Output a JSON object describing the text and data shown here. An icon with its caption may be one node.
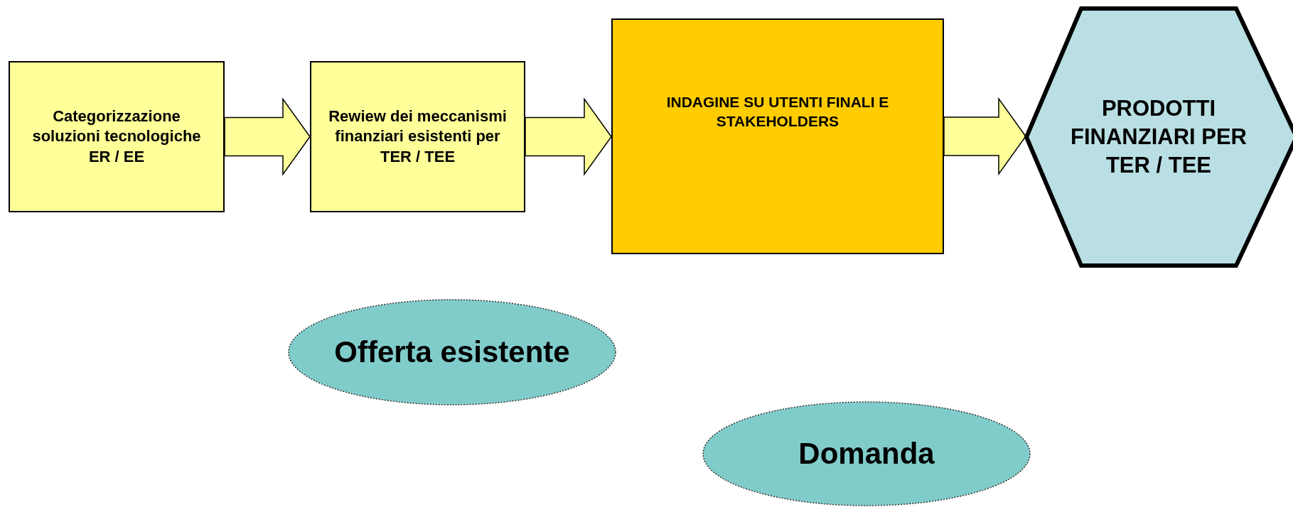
{
  "diagram": {
    "nodes": [
      {
        "text": [
          "Categorizzazione soluzioni tecnologiche ER / EE"
        ]
      },
      {
        "text": [
          "Rewiew dei meccanismi finanziari esistenti per TER / TEE"
        ]
      },
      {
        "text": [
          "INDAGINE SU UTENTI FINALI E STAKEHOLDERS"
        ]
      },
      {
        "text": [
          "PRODOTTI FINANZIARI PER TER / TEE"
        ]
      },
      {
        "text": [
          "Offerta esistente"
        ]
      },
      {
        "text": [
          "Domanda"
        ]
      }
    ],
    "edges": [
      {
        "from": 0,
        "to": 1,
        "arrow": "to"
      },
      {
        "from": 1,
        "to": 2,
        "arrow": "to"
      },
      {
        "from": 2,
        "to": 3,
        "arrow": "to"
      }
    ]
  }
}
